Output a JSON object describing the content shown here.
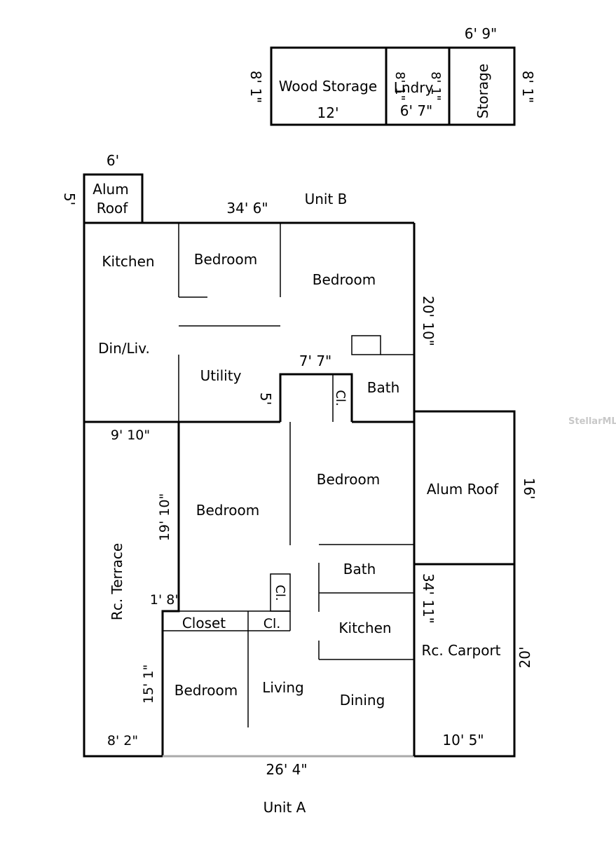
{
  "storage": {
    "wood_storage": "Wood Storage",
    "wood_storage_width": "12'",
    "laundry": "Lndry",
    "laundry_width": "6' 7\"",
    "laundry_depth_left": "8' 1\"",
    "laundry_depth_right": "8' 1\"",
    "storage": "Storage",
    "storage_width": "6' 9\"",
    "depth_left": "8' 1\"",
    "depth_right": "8' 1\""
  },
  "unit_b": {
    "label": "Unit B",
    "alum_roof": "Alum\nRoof",
    "alum_roof_width": "6'",
    "alum_roof_depth": "5'",
    "width": "34' 6\"",
    "depth": "20' 10\"",
    "kitchen": "Kitchen",
    "bedroom_1": "Bedroom",
    "bedroom_2": "Bedroom",
    "din_liv": "Din/Liv.",
    "utility": "Utility",
    "bath": "Bath",
    "closet": "Cl.",
    "notch_width": "7' 7\"",
    "notch_depth": "5'"
  },
  "unit_a": {
    "label": "Unit A",
    "terrace": "Rc. Terrace",
    "terrace_width_top": "9' 10\"",
    "terrace_width_bottom": "8' 2\"",
    "terrace_depth_upper": "19' 10\"",
    "terrace_depth_lower": "15' 1\"",
    "offset": "1' 8\"",
    "bedroom_left": "Bedroom",
    "bedroom_right": "Bedroom",
    "bedroom_bottom": "Bedroom",
    "closet": "Closet",
    "cl_1": "Cl.",
    "cl_2": "Cl.",
    "bath": "Bath",
    "kitchen": "Kitchen",
    "living": "Living",
    "dining": "Dining",
    "width": "26' 4\"",
    "depth": "34' 11\""
  },
  "alum_roof_right": {
    "label": "Alum Roof",
    "depth": "16'"
  },
  "carport": {
    "label": "Rc. Carport",
    "width": "10' 5\"",
    "depth": "20'"
  },
  "watermark": "StellarMLS"
}
